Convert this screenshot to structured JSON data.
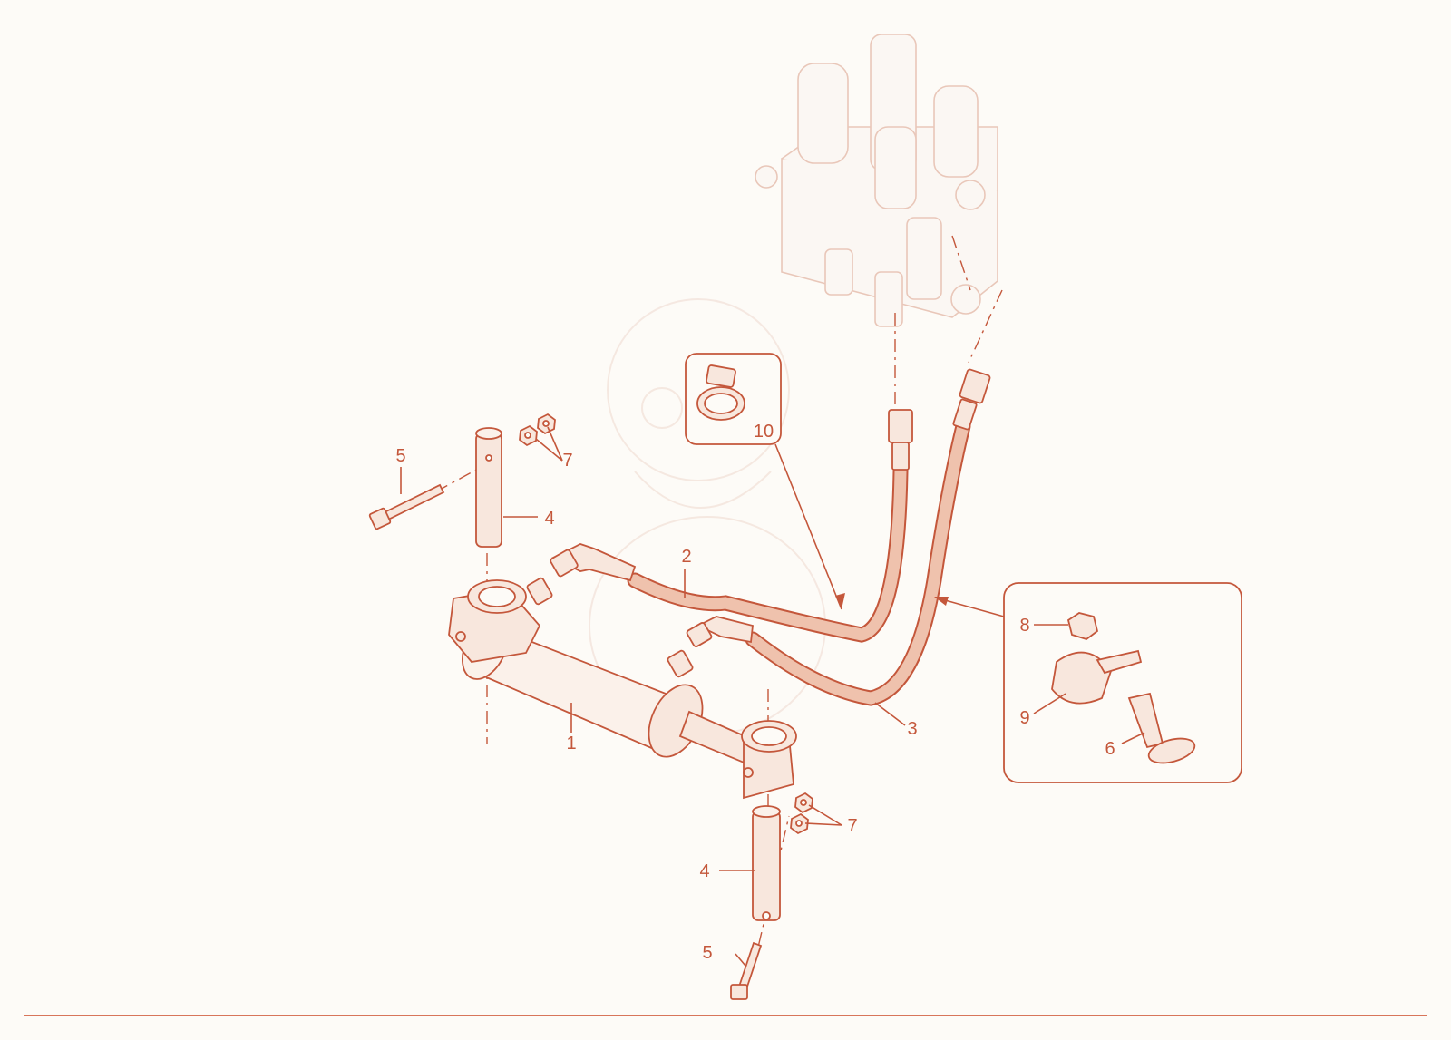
{
  "diagram": {
    "callouts": {
      "c1": "1",
      "c2": "2",
      "c3": "3",
      "c4_upper": "4",
      "c4_lower": "4",
      "c5_upper": "5",
      "c5_lower": "5",
      "c6": "6",
      "c7_upper": "7",
      "c7_lower": "7",
      "c8": "8",
      "c9": "9",
      "c10": "10"
    },
    "colors": {
      "accent": "#c4573b",
      "border": "#d8755a",
      "ghost": "#e9c7b9",
      "background": "#fdfbf7"
    }
  }
}
